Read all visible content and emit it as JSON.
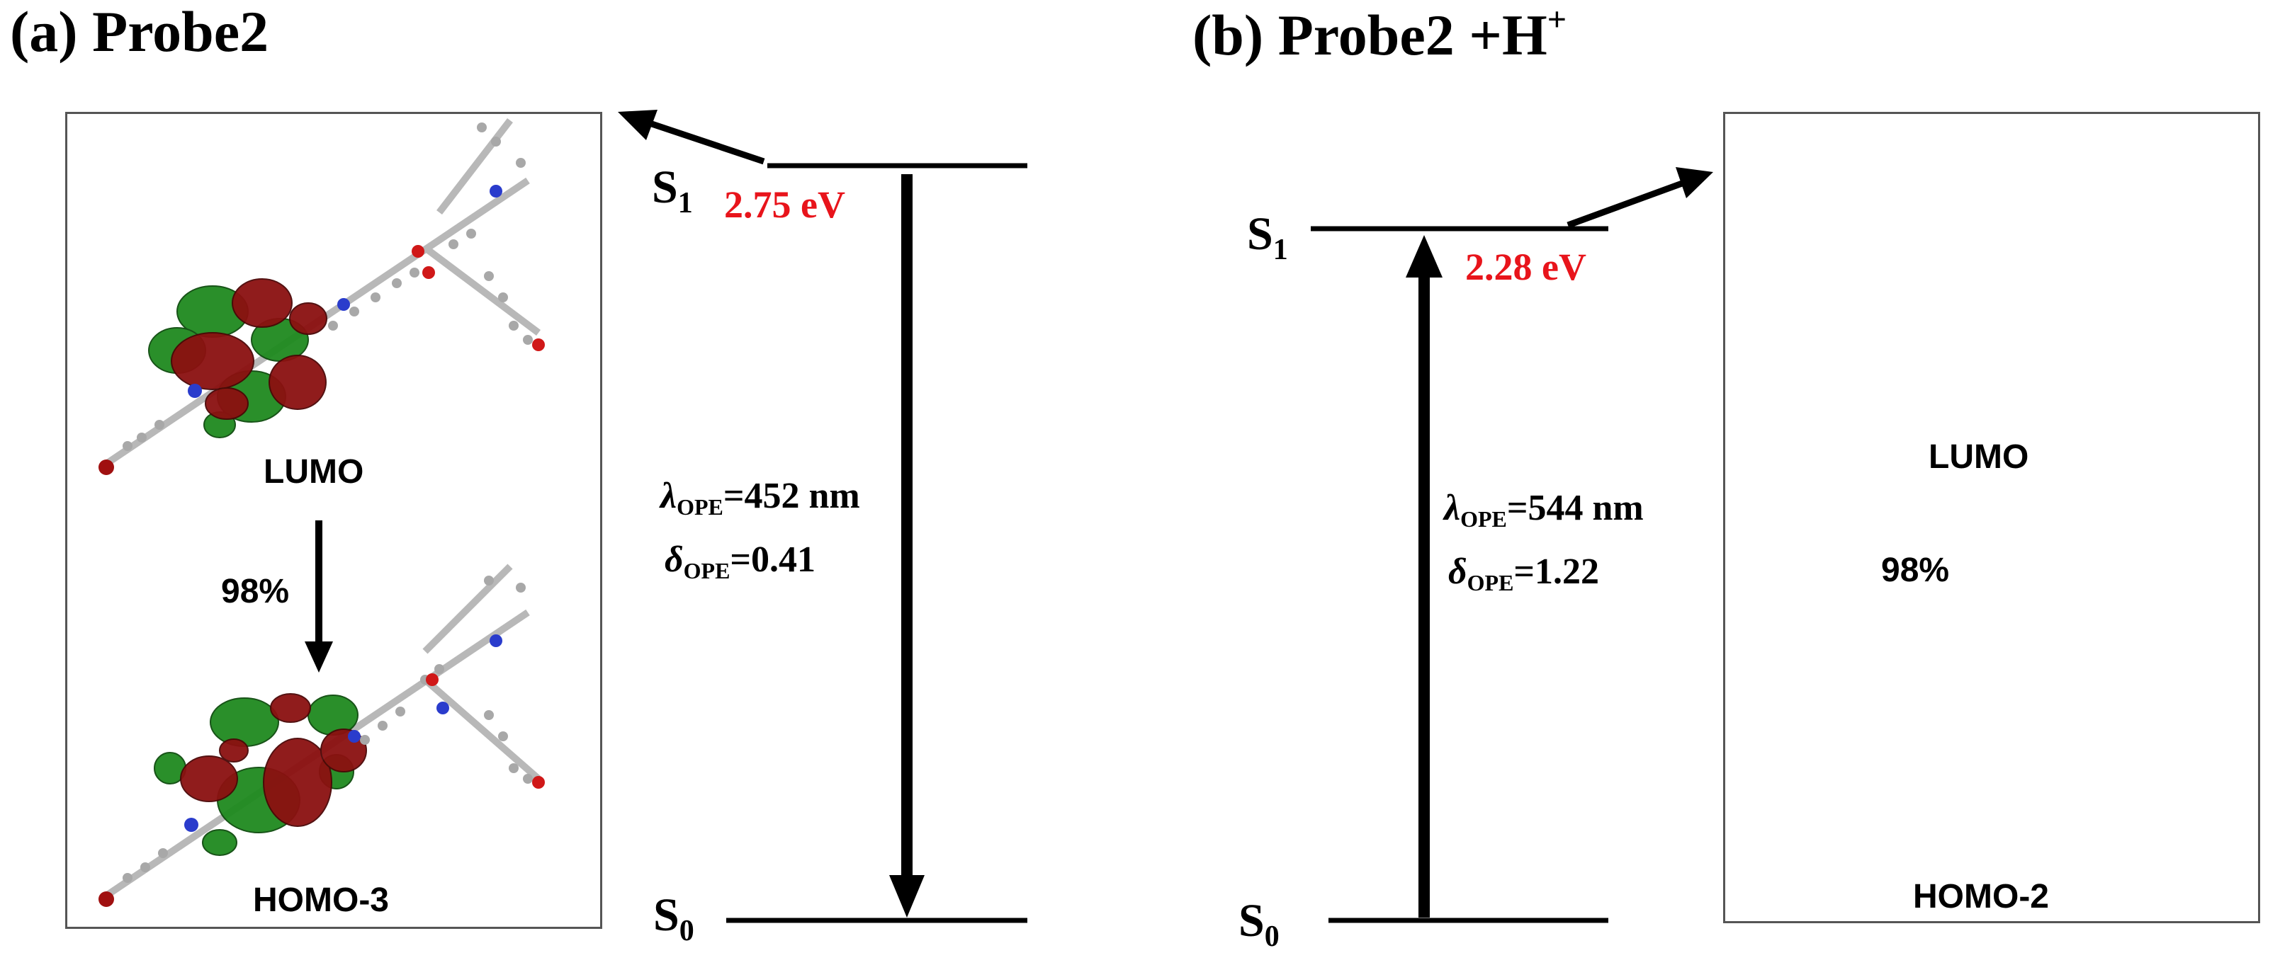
{
  "panels": [
    {
      "title": "(a) Probe2",
      "s1_label": "S",
      "s1_sub": "1",
      "s0_label": "S",
      "s0_sub": "0",
      "energy": "2.75 eV",
      "lambda_symbol": "λ",
      "lambda_sub": "OPE",
      "lambda_value": "=452 nm",
      "delta_symbol": "δ",
      "delta_sub": "OPE",
      "delta_value": "=0.41",
      "upper_orbital": "LUMO",
      "lower_orbital": "HOMO-3",
      "contribution": "98%"
    },
    {
      "title_main": "(b) Probe2 +H",
      "title_sup": "+",
      "s1_label": "S",
      "s1_sub": "1",
      "s0_label": "S",
      "s0_sub": "0",
      "energy": "2.28 eV",
      "lambda_symbol": "λ",
      "lambda_sub": "OPE",
      "lambda_value": "=544 nm",
      "delta_symbol": "δ",
      "delta_sub": "OPE",
      "delta_value": "=1.22",
      "upper_orbital": "LUMO",
      "lower_orbital": "HOMO-2",
      "contribution": "98%"
    }
  ],
  "colors": {
    "energy_text": "#e8141b",
    "orbital_positive": "#8b1010",
    "orbital_negative": "#1f8a1f",
    "atom_carbon": "#a8a8a8",
    "atom_nitrogen": "#2a3ccc",
    "atom_oxygen": "#d01818",
    "atom_bromine": "#a01010"
  }
}
